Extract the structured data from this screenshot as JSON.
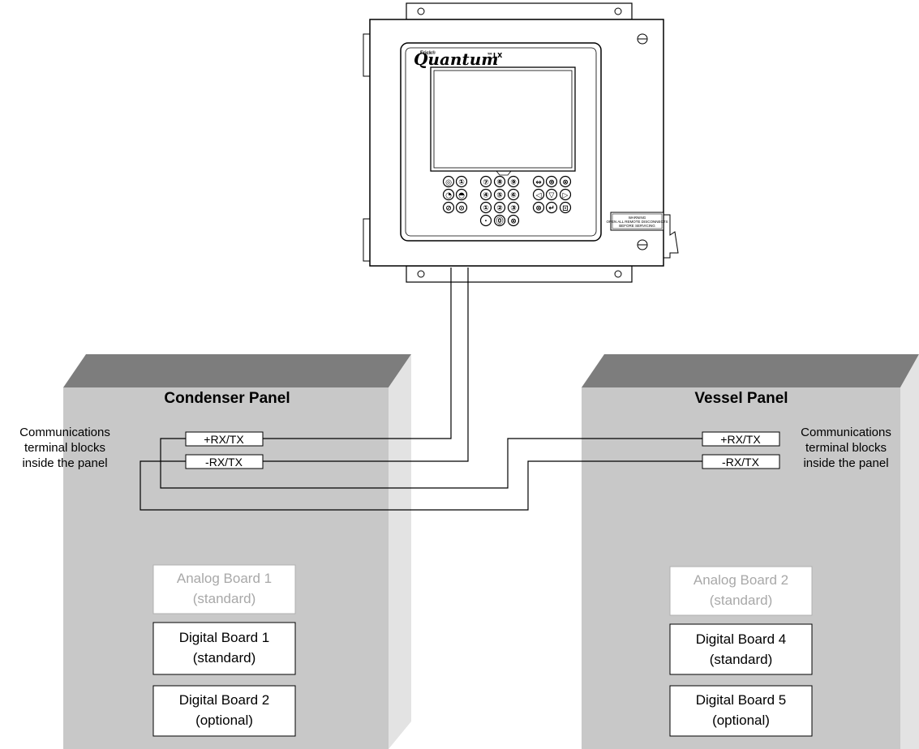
{
  "controller": {
    "brand_prefix": "Frick®",
    "brand_name": "Quantum",
    "brand_suffix": "™LX",
    "warning_title": "WARNING",
    "warning_line1": "OPEN ALL REMOTE DISCONNECTS",
    "warning_line2": "BEFORE SERVICING",
    "keypad_rows": [
      [
        "◎",
        "①",
        "⑦",
        "⑧",
        "⑨",
        "⇔",
        "⊕",
        "⊗"
      ],
      [
        "◔",
        "◓",
        "④",
        "⑤",
        "⑥",
        "◁",
        "▽",
        "▷"
      ],
      [
        "⊘",
        "⊙",
        "①",
        "②",
        "③",
        "⊛",
        "↵",
        "⊡"
      ],
      [
        "",
        "",
        "·",
        "⓪",
        "⊗",
        "",
        "",
        ""
      ]
    ]
  },
  "condenser_panel": {
    "title": "Condenser Panel",
    "side_label": [
      "Communications",
      "terminal blocks",
      "inside the panel"
    ],
    "terminals": [
      "+RX/TX",
      "-RX/TX"
    ],
    "boards": [
      {
        "line1": "Analog Board 1",
        "line2": "(standard)",
        "faint": true
      },
      {
        "line1": "Digital Board 1",
        "line2": "(standard)",
        "faint": false
      },
      {
        "line1": "Digital Board 2",
        "line2": "(optional)",
        "faint": false
      }
    ]
  },
  "vessel_panel": {
    "title": "Vessel Panel",
    "side_label": [
      "Communications",
      "terminal blocks",
      "inside the panel"
    ],
    "terminals": [
      "+RX/TX",
      "-RX/TX"
    ],
    "boards": [
      {
        "line1": "Analog Board 2",
        "line2": "(standard)",
        "faint": true
      },
      {
        "line1": "Digital Board 4",
        "line2": "(standard)",
        "faint": false
      },
      {
        "line1": "Digital Board 5",
        "line2": "(optional)",
        "faint": false
      }
    ]
  }
}
